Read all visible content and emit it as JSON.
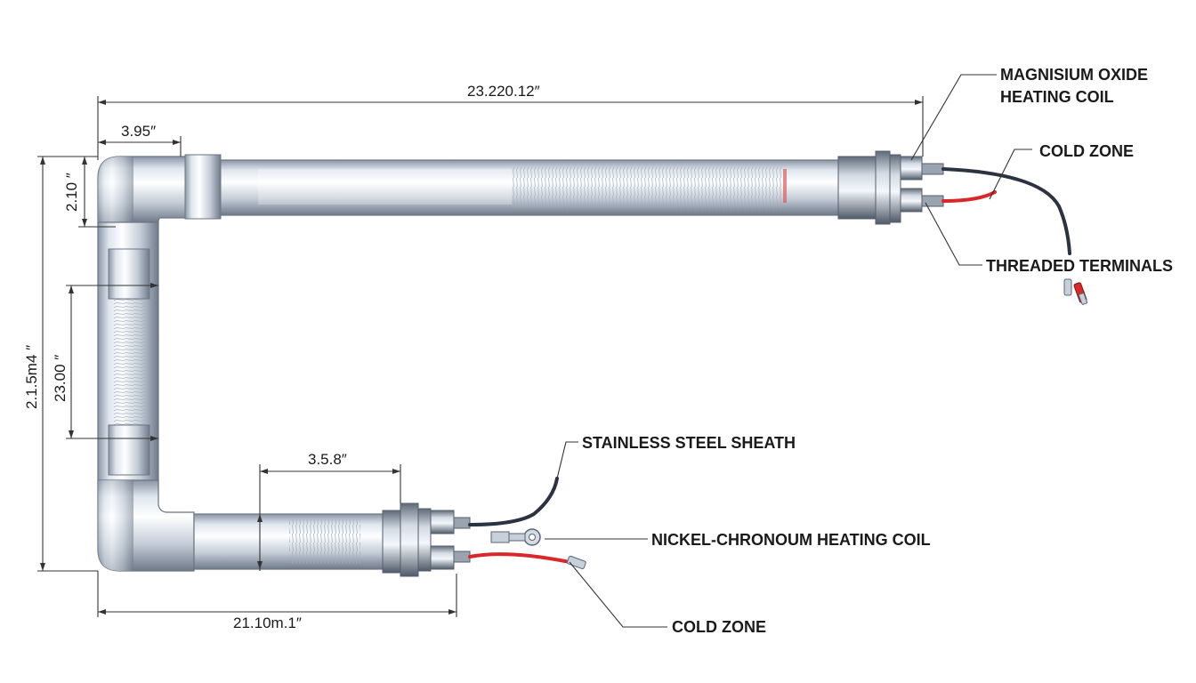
{
  "labels": {
    "magnesium_oxide": [
      "MAGNISIUM OXIDE",
      "HEATING COIL"
    ],
    "cold_zone_top": "COLD ZONE",
    "threaded_terminals": "THREADED TERMINALS",
    "stainless_sheath": "STAINLESS STEEL SHEATH",
    "nichrome_coil": "NICKEL-CHRONOUM HEATING COIL",
    "cold_zone_bottom": "COLD ZONE"
  },
  "dimensions": {
    "overall_top_length": "23.220.12″",
    "elbow_width": "3.95″",
    "tube_diameter": "2.10 ″",
    "overall_height": "2.1.5m4 ″",
    "straight_section": "23.00 ″",
    "bottom_coil_length": "3.5.8″",
    "bottom_length": "21.10m.1″"
  },
  "colors": {
    "tube_light": "#e6ebf2",
    "tube_mid": "#b9c3d0",
    "tube_dark": "#7d8896",
    "wire_black": "#2b3340",
    "wire_red": "#d8282a",
    "line": "#333333"
  }
}
